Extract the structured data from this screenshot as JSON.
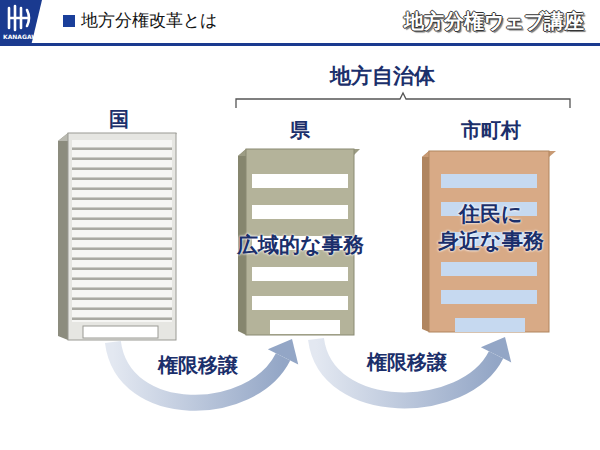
{
  "diagram": {
    "title": "地方分権改革とは",
    "nodes": [
      {
        "text": [
          "国"
        ]
      },
      {
        "text": [
          "県",
          "広域的な事務"
        ]
      },
      {
        "text": [
          "市町村",
          "住民に 身近な事務"
        ]
      }
    ],
    "edges": [
      {
        "from": 0,
        "to": 1,
        "label": "権限移譲",
        "arrow": "to"
      },
      {
        "from": 1,
        "to": 2,
        "label": "権限移譲",
        "arrow": "to"
      }
    ],
    "labels": [
      "KANAGAWA",
      "地方分権ウェブ講座",
      "地方自治体"
    ]
  }
}
